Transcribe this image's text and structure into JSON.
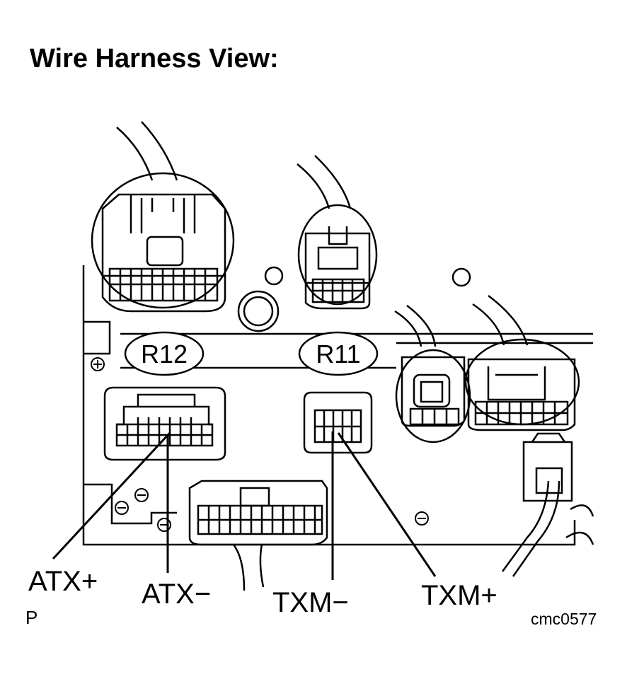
{
  "title": "Wire Harness View:",
  "connectors": {
    "r12": "R12",
    "r11": "R11"
  },
  "pins": {
    "atx_plus": "ATX+",
    "atx_minus": "ATX−",
    "txm_minus": "TXM−",
    "txm_plus": "TXM+"
  },
  "figure_code": "cmc0577",
  "corner_mark": "P"
}
